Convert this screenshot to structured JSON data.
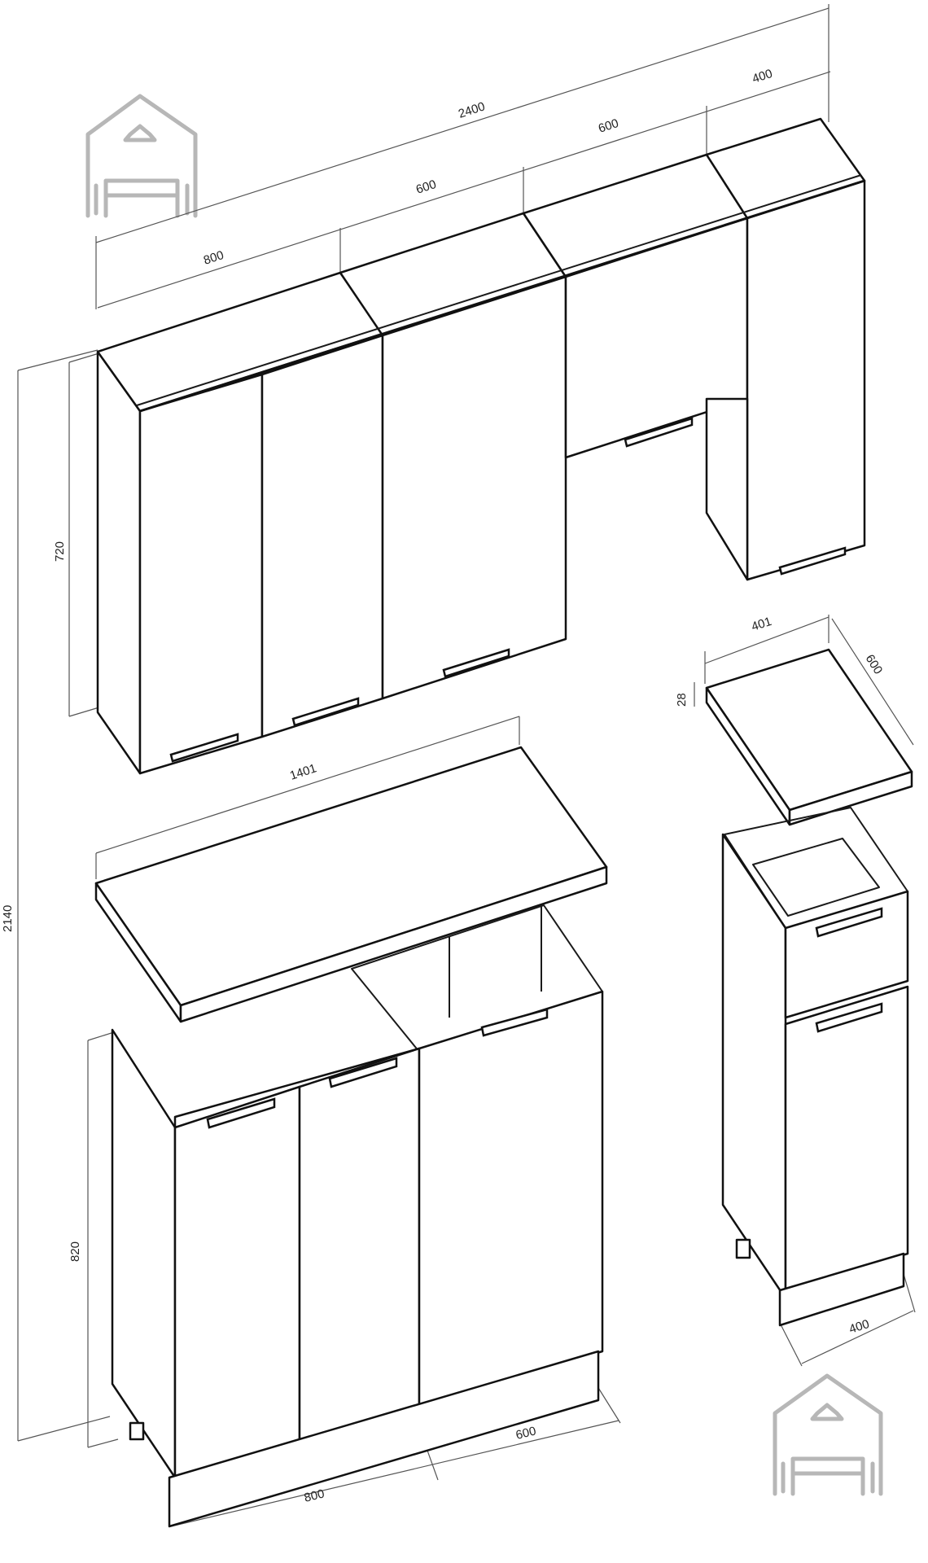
{
  "dimensions": {
    "total_width": "2400",
    "upper_800": "800",
    "upper_600_a": "600",
    "upper_600_b": "600",
    "upper_400": "400",
    "total_height": "2140",
    "upper_height": "720",
    "countertop_width": "1401",
    "base_height": "820",
    "base_800": "800",
    "base_600": "600",
    "small_top_width": "401",
    "small_top_depth": "600",
    "small_top_thickness": "28",
    "small_base_400": "400"
  },
  "logos": [
    "house-sofa-logo",
    "house-sofa-logo"
  ],
  "colors": {
    "lines": "#111111",
    "dimension": "#555555",
    "logo": "#b7b7b7"
  }
}
